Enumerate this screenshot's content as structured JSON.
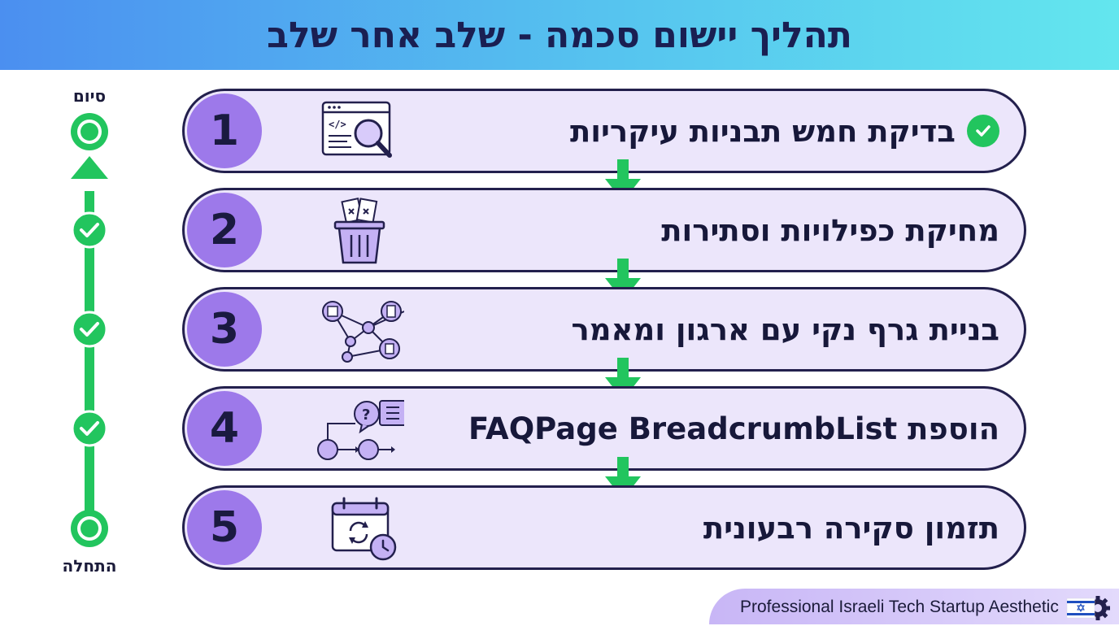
{
  "title": "תהליך יישום סכמה - שלב אחר שלב",
  "timeline": {
    "end_label": "סיום",
    "start_label": "התחלה"
  },
  "steps": [
    {
      "number": "1",
      "label": "בדיקת חמש תבניות עיקריות",
      "icon": "code-inspect-icon",
      "completed": true
    },
    {
      "number": "2",
      "label": "מחיקת כפילויות וסתירות",
      "icon": "trash-bin-icon",
      "completed": false
    },
    {
      "number": "3",
      "label": "בניית גרף נקי עם ארגון ומאמר",
      "icon": "network-graph-icon",
      "completed": false
    },
    {
      "number": "4",
      "label": "הוספת FAQPage BreadcrumbList",
      "icon": "flow-question-icon",
      "completed": false
    },
    {
      "number": "5",
      "label": "תזמון סקירה רבעונית",
      "icon": "calendar-clock-icon",
      "completed": false
    }
  ],
  "footer": {
    "text": "Professional Israeli Tech Startup Aesthetic",
    "icon": "israel-flag-gear-icon"
  },
  "colors": {
    "header_start": "#4b8ff0",
    "header_end": "#63e6ee",
    "accent_purple": "#9d79ea",
    "step_fill": "#ece6fb",
    "green": "#22c55e",
    "outline": "#23204d"
  }
}
